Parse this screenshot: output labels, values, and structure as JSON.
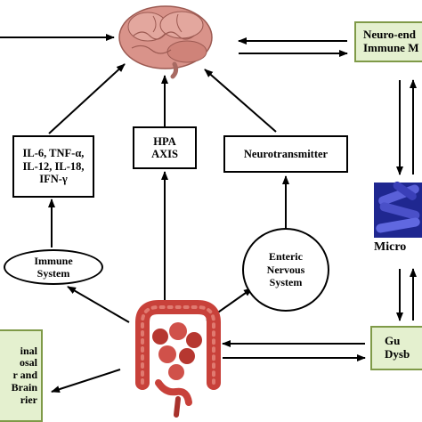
{
  "nodes": {
    "neuro_immune": {
      "lines": [
        "Neuro-end",
        "Immune M"
      ]
    },
    "cytokines": {
      "lines": [
        "IL-6, TNF-α,",
        "IL-12, IL-18,",
        "IFN-γ"
      ]
    },
    "hpa": {
      "lines": [
        "HPA",
        "AXIS"
      ]
    },
    "neurotransmitter": {
      "lines": [
        "Neurotransmitter"
      ]
    },
    "enteric": {
      "lines": [
        "Enteric",
        "Nervous",
        "System"
      ]
    },
    "immune": {
      "lines": [
        "Immune",
        "System"
      ]
    },
    "microbiota": {
      "lines": [
        "Micro"
      ]
    },
    "intestinal": {
      "lines": [
        "inal",
        "osal",
        "r and",
        "Brain",
        "rier"
      ]
    },
    "dysbiosis": {
      "lines": [
        "Gu",
        "Dysb"
      ]
    }
  },
  "colors": {
    "green_fill": "#e4f0cf",
    "green_border": "#7f9a48",
    "bacteria": "#3a3fb8",
    "intestine": "#c8413a",
    "brain": "#d9938a"
  }
}
